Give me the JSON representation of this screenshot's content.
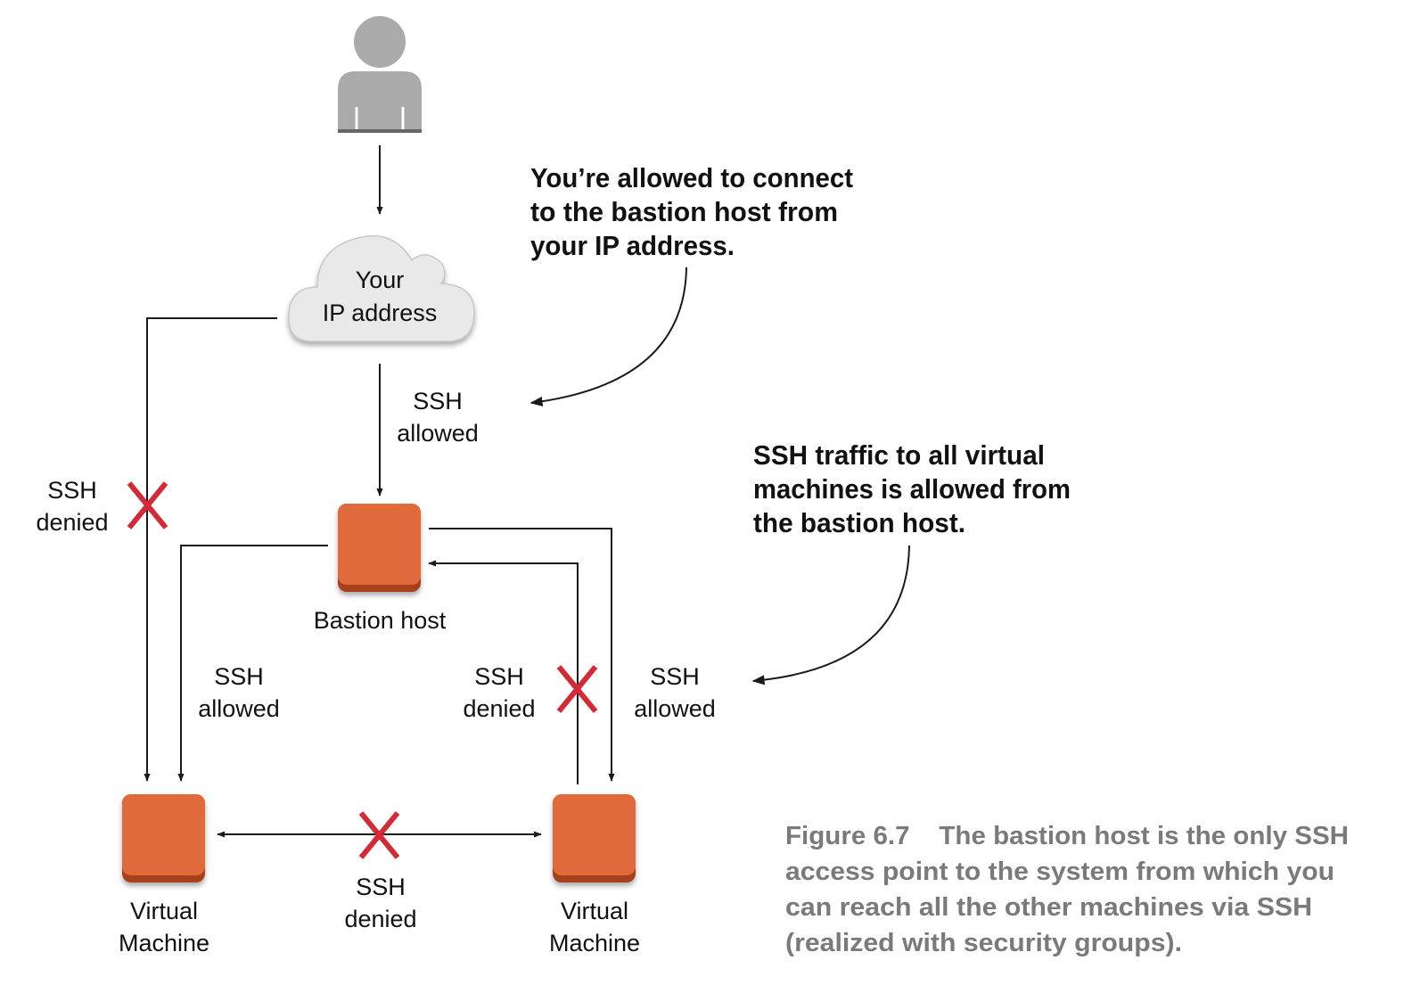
{
  "user": {
    "icon": "user-icon"
  },
  "cloud": {
    "line1": "Your",
    "line2": "IP address",
    "icon": "cloud-icon"
  },
  "bastion": {
    "label": "Bastion host",
    "icon": "server-icon"
  },
  "vm_left": {
    "line1": "Virtual",
    "line2": "Machine"
  },
  "vm_right": {
    "line1": "Virtual",
    "line2": "Machine"
  },
  "links": {
    "cloud_to_bastion": {
      "line1": "SSH",
      "line2": "allowed"
    },
    "cloud_to_vm_left": {
      "line1": "SSH",
      "line2": "denied"
    },
    "bastion_to_vm_left": {
      "line1": "SSH",
      "line2": "allowed"
    },
    "vm_right_to_bastion": {
      "line1": "SSH",
      "line2": "denied"
    },
    "bastion_to_vm_right": {
      "line1": "SSH",
      "line2": "allowed"
    },
    "vm_to_vm": {
      "line1": "SSH",
      "line2": "denied"
    }
  },
  "callouts": {
    "top": {
      "line1": "You’re allowed to connect",
      "line2": "to the bastion host from",
      "line3": "your IP address."
    },
    "right": {
      "line1": "SSH traffic to all virtual",
      "line2": "machines is allowed from",
      "line3": "the bastion host."
    }
  },
  "caption": {
    "line1": "Figure 6.7    The bastion host is the only SSH",
    "line2": "access point to the system from which you",
    "line3": "can reach all the other machines via SSH",
    "line4": "(realized with security groups)."
  },
  "colors": {
    "instance": "#e06b3a",
    "instance_shadow": "#a8401e",
    "deny": "#d42a36",
    "person": "#aaaaaa",
    "cloud": "#e9e9e9",
    "caption": "#7a7a7a"
  }
}
